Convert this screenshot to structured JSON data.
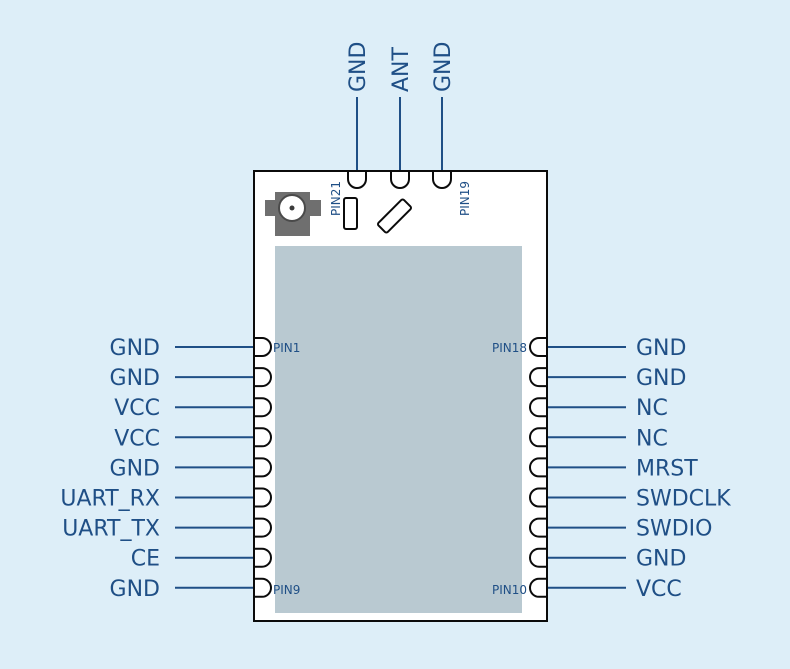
{
  "top_pins": [
    "GND",
    "ANT",
    "GND"
  ],
  "top_pin_numbers": {
    "left": "PIN21",
    "right": "PIN19"
  },
  "left_pins": [
    "GND",
    "GND",
    "VCC",
    "VCC",
    "GND",
    "UART_RX",
    "UART_TX",
    "CE",
    "GND"
  ],
  "right_pins": [
    "GND",
    "GND",
    "NC",
    "NC",
    "MRST",
    "SWDCLK",
    "SWDIO",
    "GND",
    "VCC"
  ],
  "left_pin_numbers": {
    "first": "PIN1",
    "last": "PIN9"
  },
  "right_pin_numbers": {
    "first": "PIN18",
    "last": "PIN10"
  },
  "colors": {
    "background": "#ddeef8",
    "label": "#1f4f86",
    "shield": "#b9c9d1",
    "board_outline": "#0b0b0b"
  }
}
